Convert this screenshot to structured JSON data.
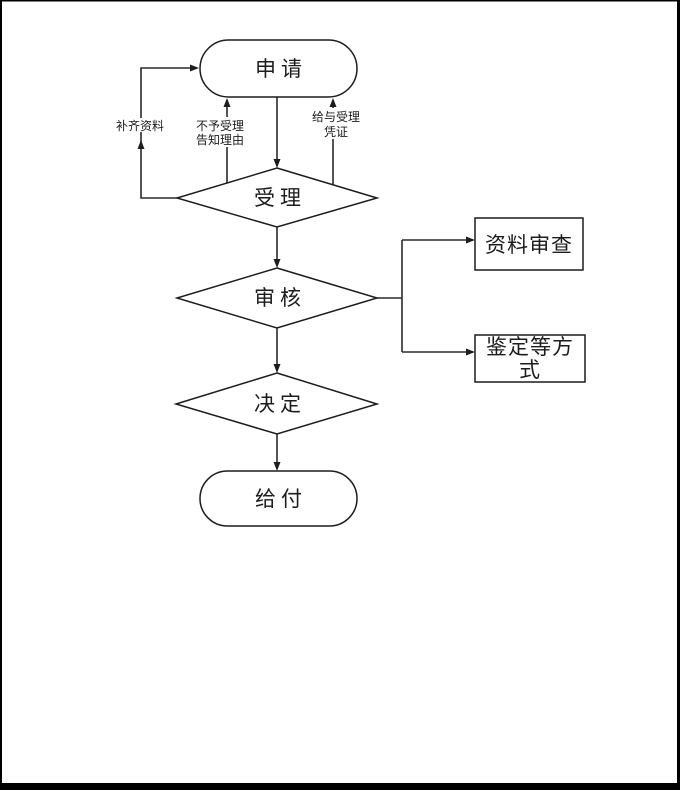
{
  "page": {
    "background": "#ffffff",
    "border_color": "#000000",
    "line_color": "#1c1c1c"
  },
  "flowchart": {
    "nodes": {
      "apply": {
        "shape": "terminator",
        "label": "申请"
      },
      "accept": {
        "shape": "decision",
        "label": "受理"
      },
      "review": {
        "shape": "decision",
        "label": "审核"
      },
      "decide": {
        "shape": "decision",
        "label": "决定"
      },
      "pay": {
        "shape": "terminator",
        "label": "给付"
      },
      "doc_review": {
        "shape": "process",
        "label": "资料审查"
      },
      "appraisal": {
        "shape": "process",
        "label": "鉴定等方式",
        "label_line1": "鉴定等方",
        "label_line2": "式"
      }
    },
    "edge_labels": {
      "supplement": "补齐资料",
      "reject_line1": "不予受理",
      "reject_line2": "告知理由",
      "receipt_line1": "给与受理",
      "receipt_line2": "凭证"
    }
  }
}
